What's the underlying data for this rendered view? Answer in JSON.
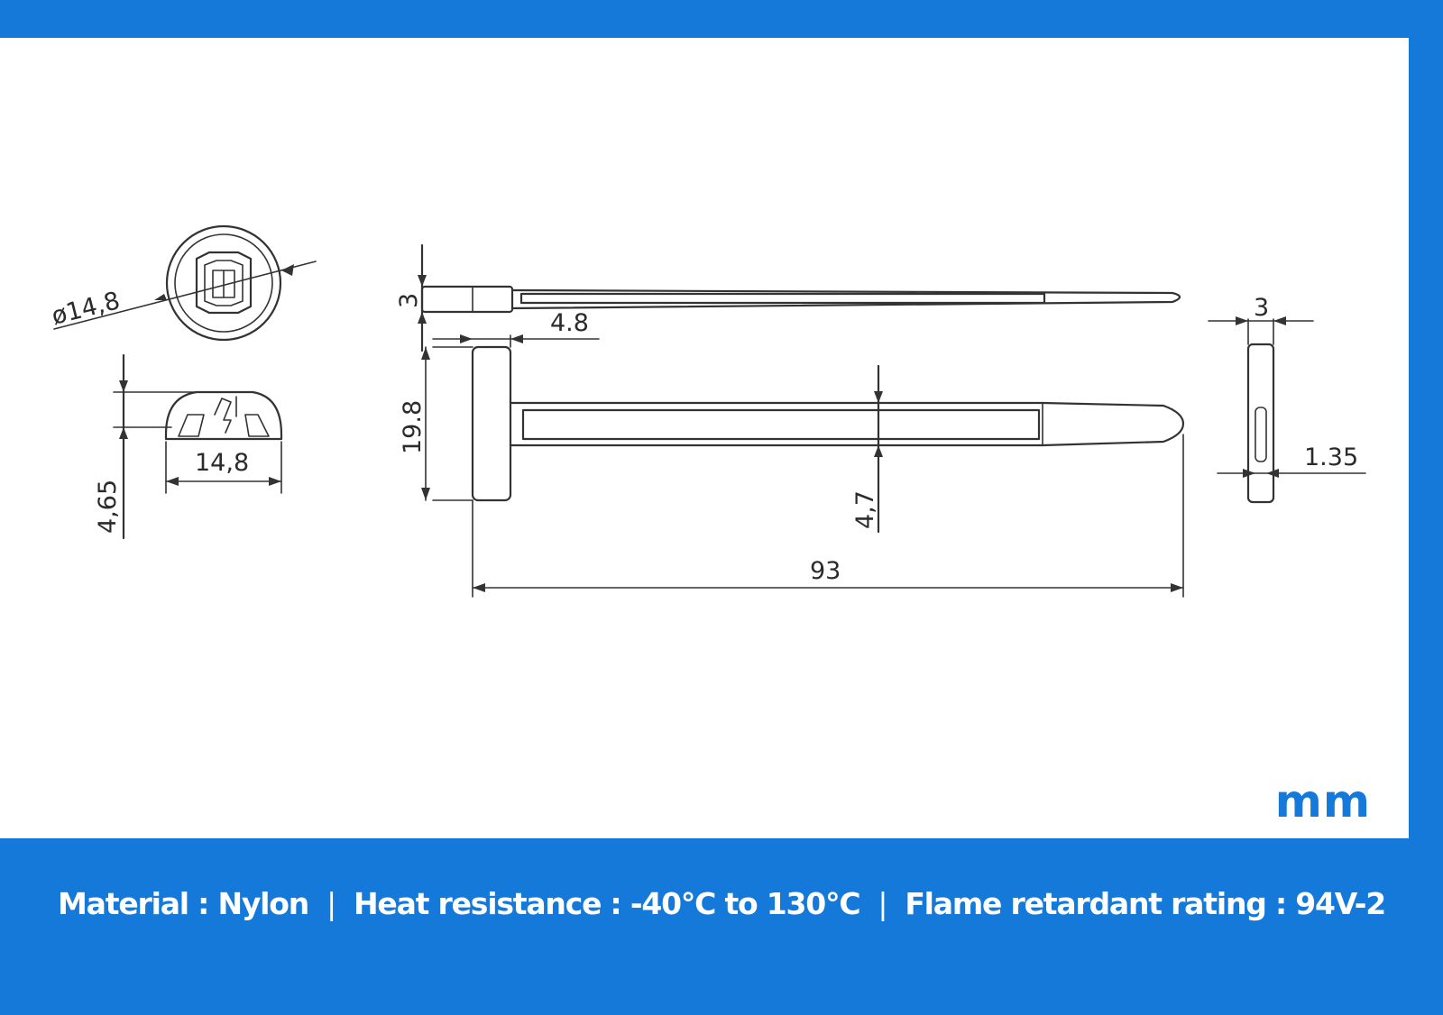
{
  "diagram": {
    "units": "mm",
    "dimensions": {
      "head_diameter": "ø14,8",
      "head_width": "14,8",
      "head_height": "4,65",
      "strap_thickness_top": "3",
      "head_depth": "4.8",
      "head_length": "19.8",
      "strap_width": "4,7",
      "total_length": "93",
      "side_thickness": "3",
      "side_slot": "1.35"
    }
  },
  "specs": {
    "material": "Material :  Nylon",
    "heat_resistance": "Heat resistance :  -40°C to 130°C",
    "flame_rating": "Flame retardant rating : 94V-2",
    "separator": "|"
  },
  "colors": {
    "brand_blue": "#1479d8",
    "panel": "#ffffff",
    "line": "#333333"
  }
}
